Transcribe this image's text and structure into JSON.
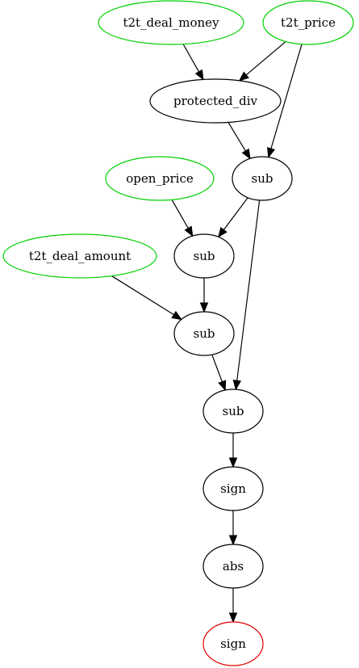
{
  "colors": {
    "input": "#00d000",
    "op": "#000000",
    "output": "#e00000",
    "edge": "#000000"
  },
  "nodes": [
    {
      "id": "n_money",
      "label": "t2t_deal_money",
      "kind": "input"
    },
    {
      "id": "n_price",
      "label": "t2t_price",
      "kind": "input"
    },
    {
      "id": "n_pdiv",
      "label": "protected_div",
      "kind": "op"
    },
    {
      "id": "n_sub1",
      "label": "sub",
      "kind": "op"
    },
    {
      "id": "n_open",
      "label": "open_price",
      "kind": "input"
    },
    {
      "id": "n_sub2",
      "label": "sub",
      "kind": "op"
    },
    {
      "id": "n_amount",
      "label": "t2t_deal_amount",
      "kind": "input"
    },
    {
      "id": "n_sub3",
      "label": "sub",
      "kind": "op"
    },
    {
      "id": "n_sub4",
      "label": "sub",
      "kind": "op"
    },
    {
      "id": "n_sign1",
      "label": "sign",
      "kind": "op"
    },
    {
      "id": "n_abs",
      "label": "abs",
      "kind": "op"
    },
    {
      "id": "n_sign2",
      "label": "sign",
      "kind": "output"
    }
  ],
  "edges": [
    {
      "from": "n_money",
      "to": "n_pdiv"
    },
    {
      "from": "n_price",
      "to": "n_pdiv"
    },
    {
      "from": "n_pdiv",
      "to": "n_sub1"
    },
    {
      "from": "n_price",
      "to": "n_sub1"
    },
    {
      "from": "n_open",
      "to": "n_sub2"
    },
    {
      "from": "n_sub1",
      "to": "n_sub2"
    },
    {
      "from": "n_sub2",
      "to": "n_sub3"
    },
    {
      "from": "n_amount",
      "to": "n_sub3"
    },
    {
      "from": "n_sub3",
      "to": "n_sub4"
    },
    {
      "from": "n_sub1",
      "to": "n_sub4"
    },
    {
      "from": "n_sub4",
      "to": "n_sign1"
    },
    {
      "from": "n_sign1",
      "to": "n_abs"
    },
    {
      "from": "n_abs",
      "to": "n_sign2"
    }
  ]
}
